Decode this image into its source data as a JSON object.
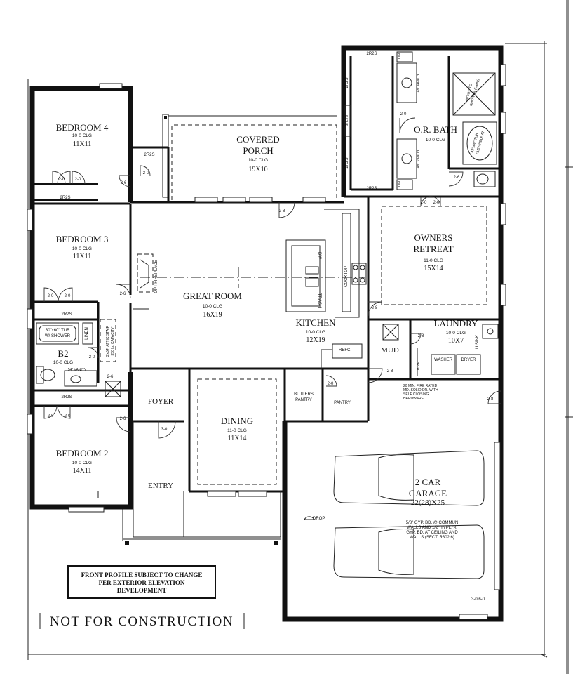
{
  "rooms": {
    "bedroom4": {
      "name": "BEDROOM 4",
      "clg": "10-0 CLG",
      "size": "11X11"
    },
    "porch": {
      "name1": "COVERED",
      "name2": "PORCH",
      "clg": "10-0 CLG",
      "size": "19X10"
    },
    "orbath": {
      "name": "O.R. BATH",
      "clg": "10-0 CLG"
    },
    "bedroom3": {
      "name": "BEDROOM 3",
      "clg": "10-0 CLG",
      "size": "11X11"
    },
    "owners": {
      "name1": "OWNERS",
      "name2": "RETREAT",
      "clg": "11-0 CLG",
      "size": "15X14"
    },
    "great": {
      "name": "GREAT ROOM",
      "clg": "10-0 CLG",
      "size": "16X19"
    },
    "kitchen": {
      "name": "KITCHEN",
      "clg": "10-0 CLG",
      "size": "12X19"
    },
    "laundry": {
      "name": "LAUNDRY",
      "clg": "10-0 CLG",
      "size": "10X7"
    },
    "mud": {
      "name": "MUD"
    },
    "b2": {
      "name": "B2",
      "clg": "10-0 CLG"
    },
    "foyer": {
      "name": "FOYER"
    },
    "dining": {
      "name": "DINING",
      "clg": "11-0 CLG",
      "size": "11X14"
    },
    "bedroom2": {
      "name": "BEDROOM 2",
      "clg": "10-0 CLG",
      "size": "14X11"
    },
    "entry": {
      "name": "ENTRY"
    },
    "garage": {
      "name1": "2 CAR",
      "name2": "GARAGE",
      "size": "22(28)X25"
    }
  },
  "fixtures": {
    "pantry": "PANTRY",
    "butlers1": "BUTLERS",
    "butlers2": "PANTRY",
    "refc": "REFC.",
    "trash": "TRASH",
    "dw": "DW",
    "cooktop": "COOKTOP",
    "fireplace": "OPT FIREPLACE",
    "tub1": "30\"x60\" TUB",
    "tub2": "W/ SHOWER",
    "linen": "LINEN",
    "vanity54": "54\" VANITY",
    "vanity48a": "48\" VANITY",
    "vanity48b": "48\" VANITY",
    "shower1": "40\"x60\" TC",
    "shower2": "SHOWER (Lamp)",
    "tub3": "42\"x60\" TUB",
    "tub4": "TILE SHELF AT",
    "shlvs": "SHLVS",
    "usink": "U SINK",
    "washer": "WASHER",
    "dryer": "DRYER",
    "stair1": "3'x54\" ATTIC STAIR",
    "stair2": "350 lb. CAPACITY",
    "firedoor1": "20 MIN. FIRE RATED",
    "firedoor2": "MD. SOLID DR. WITH",
    "firedoor3": "SELF CLOSING",
    "firedoor4": "HARDWARE",
    "gyp1": "5/8\" GYP. BD. @ COMMUN",
    "gyp2": "WALLS AND 1/2\" TYPE 'X'",
    "gyp3": "GYP. BD. AT CEILING AND",
    "gyp4": "WALLS (SECT. R302.6)",
    "drop": "DROP",
    "bpr": "B.P.R.",
    "lin": "LIN",
    "shelf1": "2R2S",
    "door28": "2-8",
    "door26": "2-6",
    "door20": "2-0",
    "door30": "3-0",
    "garagedoor": "3-0 6-0"
  },
  "notes": {
    "profile1": "FRONT PROFILE SUBJECT TO CHANGE",
    "profile2": "PER EXTERIOR ELEVATION",
    "profile3": "DEVELOPMENT",
    "nfc": "NOT FOR CONSTRUCTION"
  }
}
